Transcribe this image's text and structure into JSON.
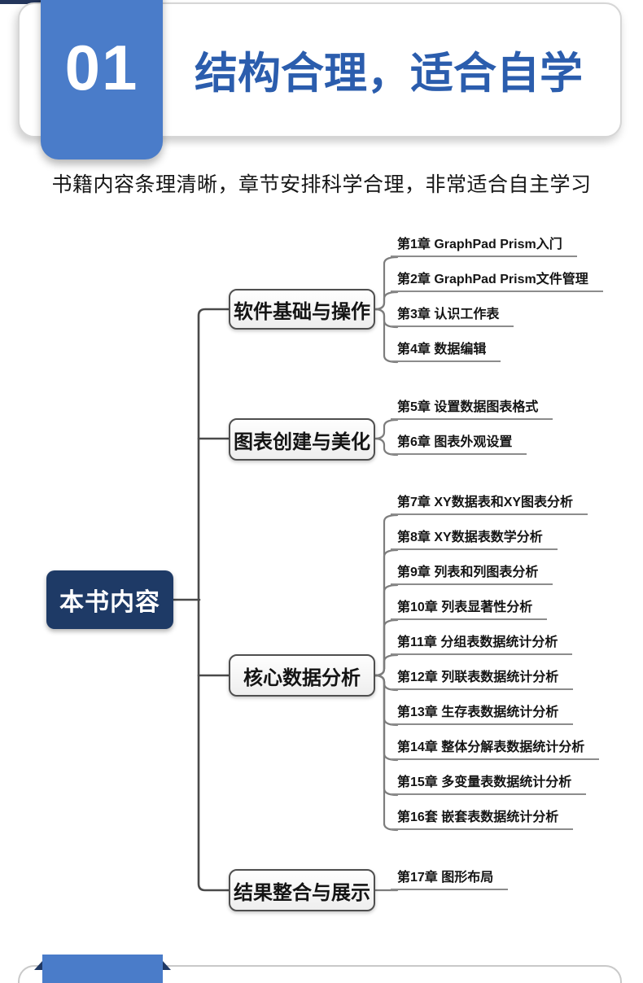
{
  "section": {
    "number": "01",
    "title": "结构合理，适合自学",
    "subtitle": "书籍内容条理清晰，章节安排科学合理，非常适合自主学习"
  },
  "mindmap": {
    "root": "本书内容",
    "branches": [
      {
        "label": "软件基础与操作",
        "children": [
          "第1章 GraphPad Prism入门",
          "第2章 GraphPad Prism文件管理",
          "第3章 认识工作表",
          "第4章 数据编辑"
        ]
      },
      {
        "label": "图表创建与美化",
        "children": [
          "第5章 设置数据图表格式",
          "第6章 图表外观设置"
        ]
      },
      {
        "label": "核心数据分析",
        "children": [
          "第7章 XY数据表和XY图表分析",
          "第8章 XY数据表数学分析",
          "第9章 列表和列图表分析",
          "第10章 列表显著性分析",
          "第11章 分组表数据统计分析",
          "第12章 列联表数据统计分析",
          "第13章 生存表数据统计分析",
          "第14章 整体分解表数据统计分析",
          "第15章 多变量表数据统计分析",
          "第16套 嵌套表数据统计分析"
        ]
      },
      {
        "label": "结果整合与展示",
        "children": [
          "第17章 图形布局"
        ]
      }
    ]
  },
  "colors": {
    "badge_blue": "#4a7cc9",
    "title_blue": "#2b5dad",
    "root_navy": "#1e3a66",
    "fold_navy": "#1f3864",
    "connector_dark": "#4a4a4a",
    "connector_light": "#7d7d7d",
    "underline_gray": "#8c8c8c"
  }
}
